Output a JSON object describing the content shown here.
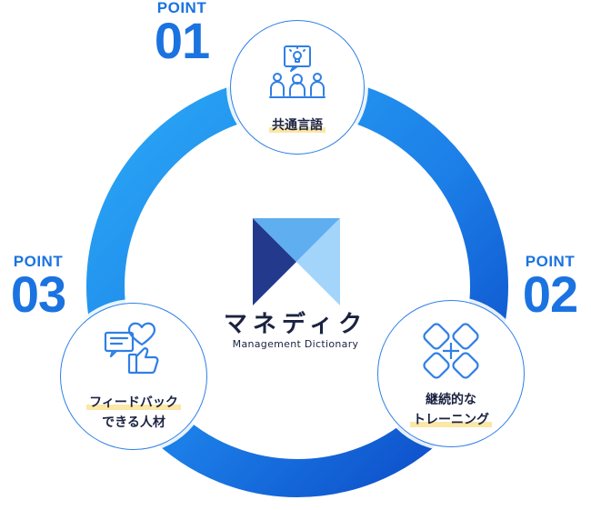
{
  "brand": {
    "name": "マネディク",
    "subtitle": "Management Dictionary"
  },
  "points": [
    {
      "word": "POINT",
      "number": "01",
      "label_lines": [
        "共通言語"
      ],
      "icon": "meeting-idea-icon"
    },
    {
      "word": "POINT",
      "number": "02",
      "label_lines": [
        "継続的な",
        "トレーニング"
      ],
      "icon": "linked-chain-icon"
    },
    {
      "word": "POINT",
      "number": "03",
      "label_lines": [
        "フィードバック",
        "できる人材"
      ],
      "icon": "feedback-thumbs-up-icon"
    }
  ],
  "colors": {
    "ring_light": "#2aa8f5",
    "ring_dark": "#0b46c4",
    "point_text": "#1a73e0",
    "text_dark": "#1b2240",
    "highlight": "#fbe7a6",
    "logo_navy": "#233a8c",
    "logo_blue": "#5eaef0",
    "logo_lightblue": "#a3d5fa"
  }
}
